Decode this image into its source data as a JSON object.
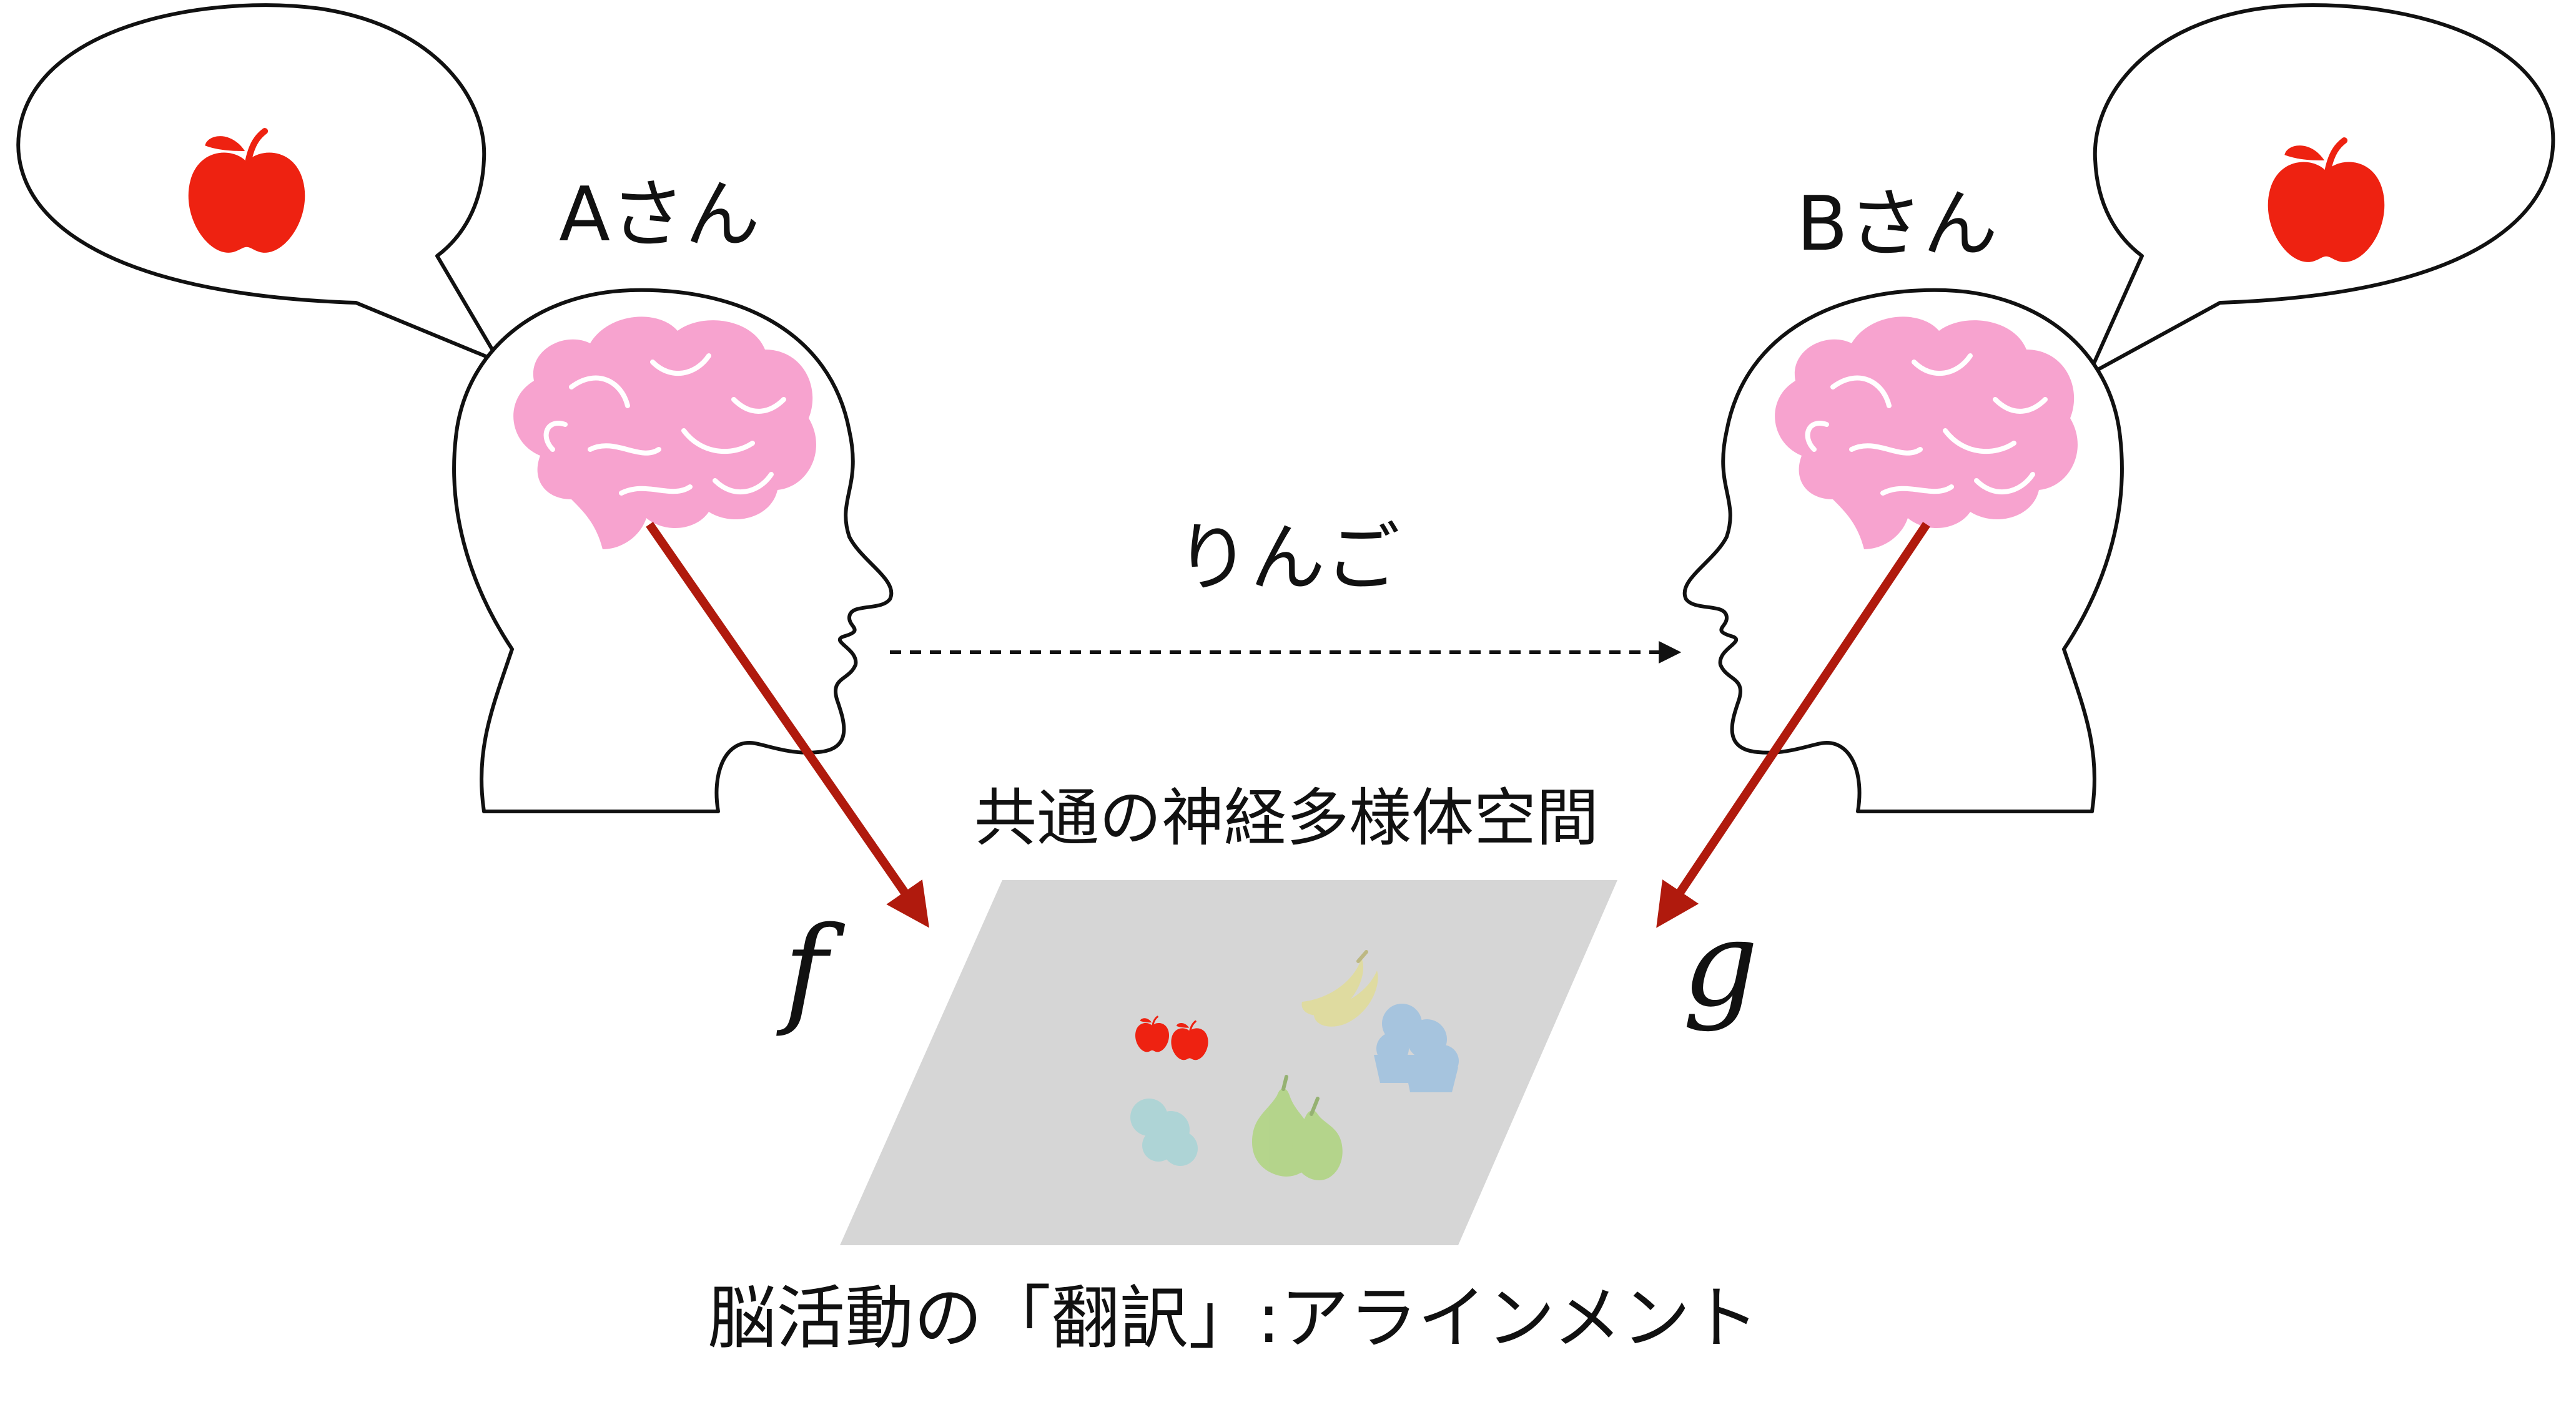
{
  "person_a": {
    "label": "Aさん"
  },
  "person_b": {
    "label": "Bさん"
  },
  "spoken_word": "りんご",
  "manifold": {
    "title": "共通の神経多様体空間",
    "items": [
      "apple-icon",
      "banana-icon",
      "grapes-icon",
      "pear-icon",
      "blueberries-icon"
    ]
  },
  "mappings": {
    "f": "f",
    "g": "g"
  },
  "caption": "脳活動の「翻訳」:アラインメント",
  "colors": {
    "apple": "#ee2211",
    "brain": "#f7a3cf",
    "arrow": "#b01a0d",
    "plane": "#d6d6d6",
    "outline": "#111111"
  }
}
